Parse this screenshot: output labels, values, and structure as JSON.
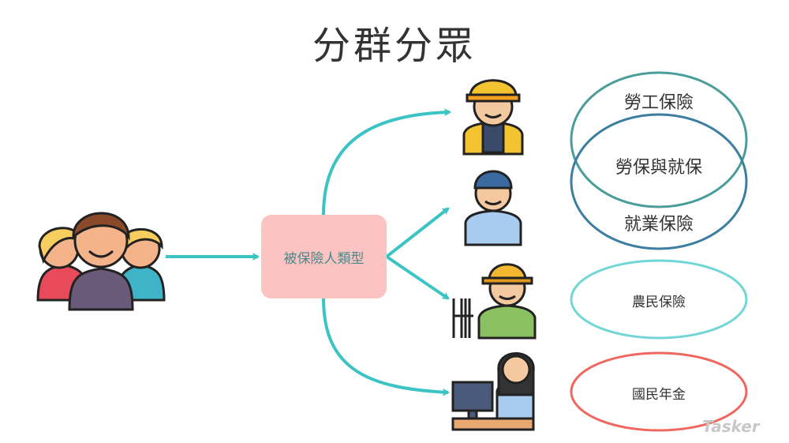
{
  "title": "分群分眾",
  "center_box": "被保險人類型",
  "insurance": {
    "labor": "勞工保險",
    "overlap": "勞保與就保",
    "employment": "就業保險",
    "farmer": "農民保險",
    "national": "國民年金"
  },
  "colors": {
    "arrow": "#3cc3c3",
    "box": "#fbc4c2",
    "labor_ellipse": "#4a9d9a",
    "employment_ellipse": "#3c7ea0",
    "farmer_ellipse": "#72d6d6",
    "national_ellipse": "#f0675f"
  },
  "watermark": "Tasker"
}
